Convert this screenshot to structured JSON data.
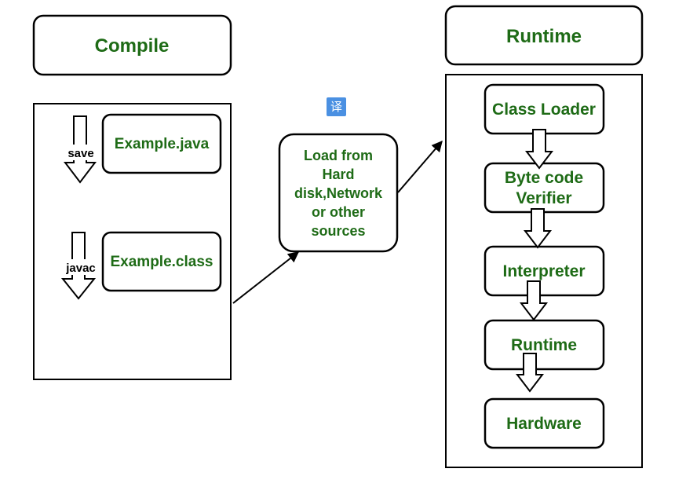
{
  "compile": {
    "header": "Compile",
    "file1": "Example.java",
    "file2": "Example.class",
    "step1": "save",
    "step2": "javac"
  },
  "load": {
    "lines": [
      "Load from",
      "Hard",
      "disk,Network",
      "or other",
      "sources"
    ]
  },
  "runtime": {
    "header": "Runtime",
    "steps": [
      {
        "lines": [
          "Class Loader"
        ]
      },
      {
        "lines": [
          "Byte code",
          "Verifier"
        ]
      },
      {
        "lines": [
          "Interpreter"
        ]
      },
      {
        "lines": [
          "Runtime"
        ]
      },
      {
        "lines": [
          "Hardware"
        ]
      }
    ]
  },
  "translate_button": {
    "glyph": "译"
  },
  "colors": {
    "text_green": "#1e6b16",
    "stroke": "#000000",
    "badge_blue": "#4a90e2"
  }
}
